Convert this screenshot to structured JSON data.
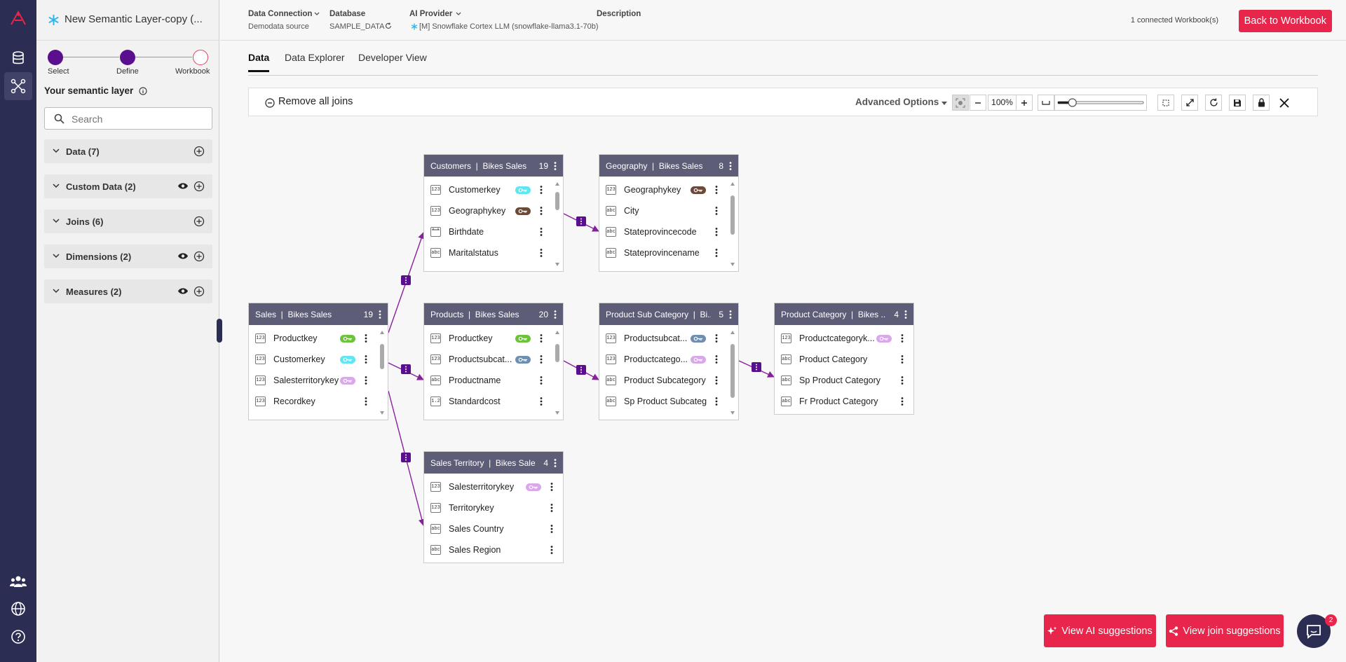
{
  "sidebar": {
    "title": "New Semantic Layer-copy (...",
    "steps": [
      "Select",
      "Define",
      "Workbook"
    ],
    "semantic_label": "Your semantic layer",
    "search_placeholder": "Search",
    "sections": [
      "Data (7)",
      "Custom Data (2)",
      "Joins (6)",
      "Dimensions (2)",
      "Measures (2)"
    ]
  },
  "topbar": {
    "data_connection_label": "Data Connection",
    "data_connection_value": "Demodata source",
    "database_label": "Database",
    "database_value": "SAMPLE_DATA",
    "ai_provider_label": "AI Provider",
    "ai_provider_value": "[M] Snowflake Cortex LLM (snowflake-llama3.1-70b)",
    "description_label": "Description",
    "connected": "1 connected Workbook(s)",
    "back_button": "Back to Workbook"
  },
  "tabs": [
    "Data",
    "Data Explorer",
    "Developer View"
  ],
  "toolbar": {
    "remove_joins": "Remove all joins",
    "advanced_options": "Advanced Options",
    "zoom": "100%",
    "slider_value": 0.17
  },
  "tables": [
    {
      "name": "Sales",
      "source": "Bikes Sales",
      "count": "19",
      "fields": [
        [
          "123",
          "Productkey"
        ],
        [
          "123",
          "Customerkey"
        ],
        [
          "123",
          "Salesterritorykey"
        ],
        [
          "123",
          "Recordkey"
        ]
      ]
    },
    {
      "name": "Customers",
      "source": "Bikes Sales",
      "count": "19",
      "fields": [
        [
          "123",
          "Customerkey"
        ],
        [
          "123",
          "Geographykey"
        ],
        [
          "cal",
          "Birthdate"
        ],
        [
          "abc",
          "Maritalstatus"
        ]
      ]
    },
    {
      "name": "Geography",
      "source": "Bikes Sales",
      "count": "8",
      "fields": [
        [
          "123",
          "Geographykey"
        ],
        [
          "abc",
          "City"
        ],
        [
          "abc",
          "Stateprovincecode"
        ],
        [
          "abc",
          "Stateprovincename"
        ]
      ]
    },
    {
      "name": "Products",
      "source": "Bikes Sales",
      "count": "20",
      "fields": [
        [
          "123",
          "Productkey"
        ],
        [
          "123",
          "Productsubcat..."
        ],
        [
          "abc",
          "Productname"
        ],
        [
          "1.2",
          "Standardcost"
        ]
      ]
    },
    {
      "name": "Product Sub Category",
      "source": "Bi...",
      "count": "5",
      "fields": [
        [
          "123",
          "Productsubcat..."
        ],
        [
          "123",
          "Productcatego..."
        ],
        [
          "abc",
          "Product Subcategory"
        ],
        [
          "abc",
          "Sp Product Subcateg..."
        ]
      ]
    },
    {
      "name": "Product Category",
      "source": "Bikes ...",
      "count": "4",
      "fields": [
        [
          "123",
          "Productcategoryk..."
        ],
        [
          "abc",
          "Product Category"
        ],
        [
          "abc",
          "Sp Product Category"
        ],
        [
          "abc",
          "Fr Product Category"
        ]
      ]
    },
    {
      "name": "Sales Territory",
      "source": "Bikes Sales",
      "count": "4",
      "fields": [
        [
          "123",
          "Salesterritorykey"
        ],
        [
          "123",
          "Territorykey"
        ],
        [
          "abc",
          "Sales Country"
        ],
        [
          "abc",
          "Sales Region"
        ]
      ]
    }
  ],
  "colors": {
    "accent": "#e8254a",
    "rail": "#2b2d52",
    "step": "#5a0f8f",
    "join": "#8a1f9e",
    "key_green": "#6cc23a",
    "key_cyan": "#5fe6f0",
    "key_brown": "#6b4a3a",
    "key_lilac": "#d9a8e8",
    "key_slate": "#6f8fb0"
  },
  "footer": {
    "ai_suggestions": "View AI suggestions",
    "join_suggestions": "View join suggestions",
    "chat_badge": "2"
  }
}
